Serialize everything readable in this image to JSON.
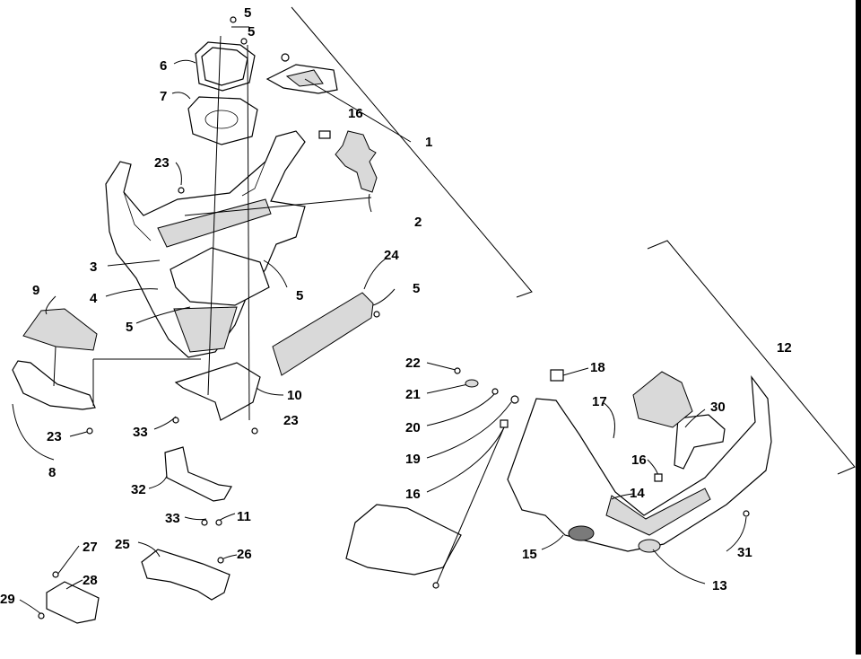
{
  "diagram": {
    "callouts": [
      "1",
      "2",
      "3",
      "4",
      "5",
      "5",
      "5",
      "5",
      "5",
      "6",
      "7",
      "8",
      "9",
      "10",
      "11",
      "12",
      "13",
      "14",
      "15",
      "16",
      "16",
      "16",
      "17",
      "18",
      "19",
      "20",
      "21",
      "22",
      "23",
      "23",
      "23",
      "24",
      "25",
      "26",
      "27",
      "28",
      "29",
      "30",
      "31",
      "32",
      "33",
      "33"
    ]
  },
  "colors": {
    "ink": "#000000",
    "background": "#ffffff",
    "shade": "#d9d9d9",
    "dark_shade": "#7a7a7a"
  }
}
